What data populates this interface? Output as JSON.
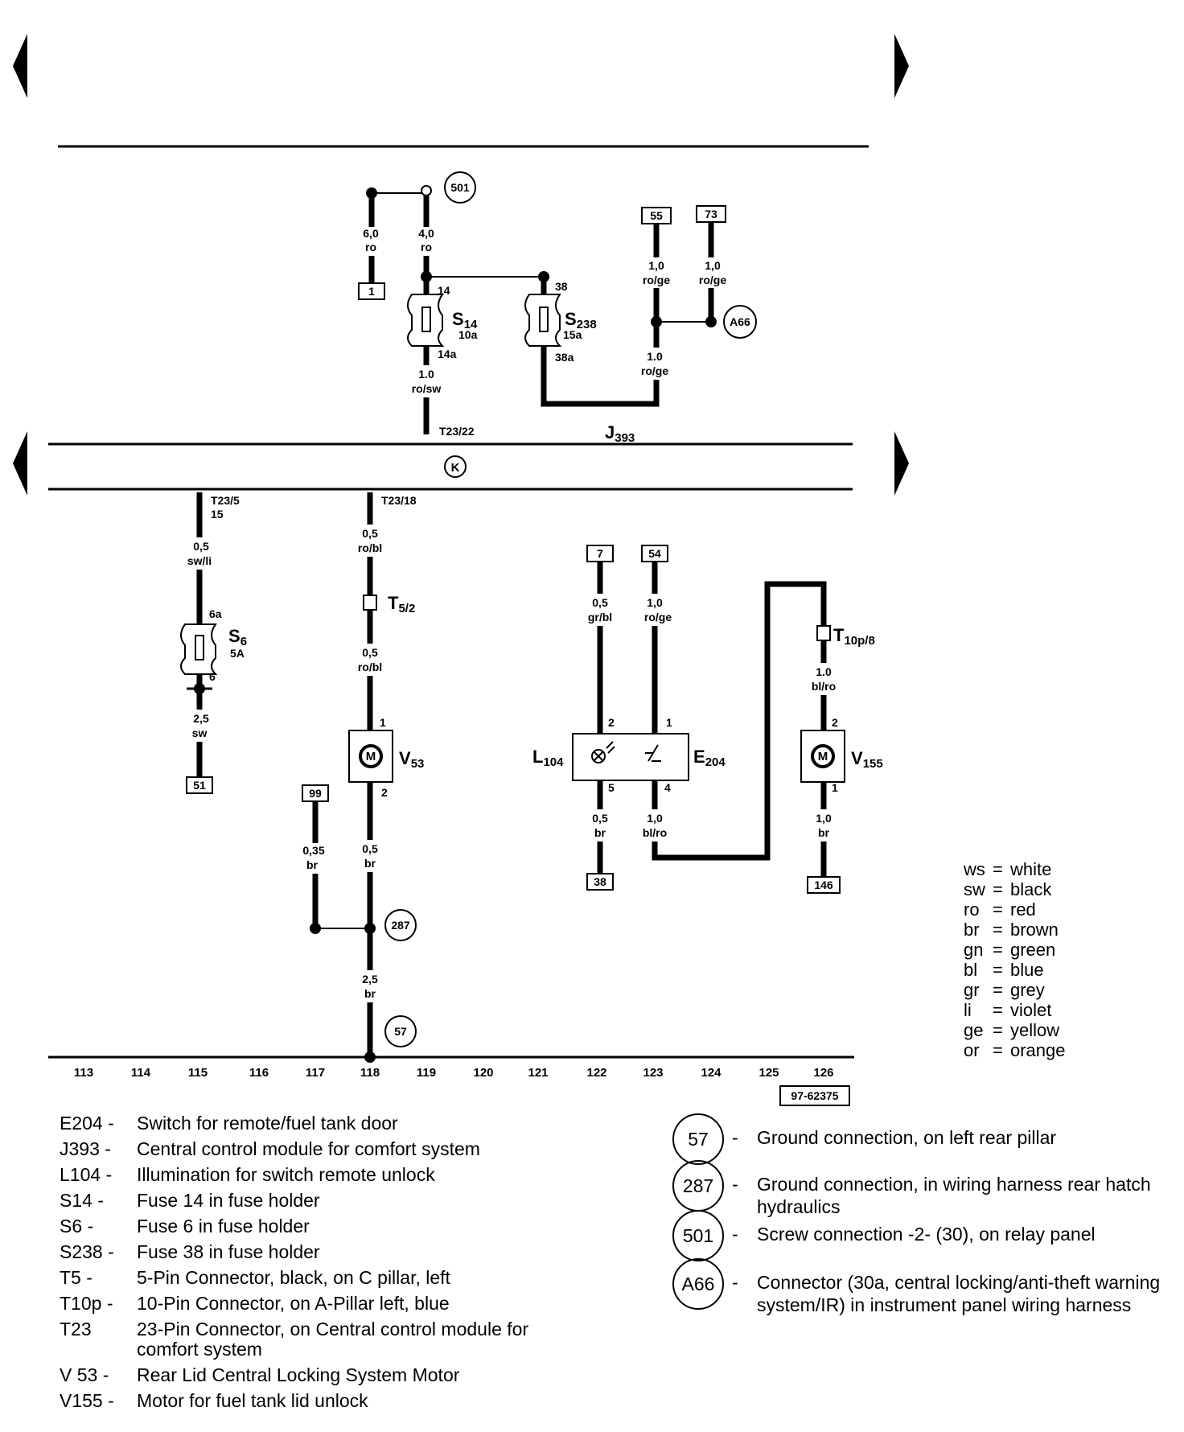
{
  "wire_labels": {
    "w1_size": "6,0",
    "w1_color": "ro",
    "w2_size": "4,0",
    "w2_color": "ro",
    "w3_size": "1,0",
    "w3_color": "ro/ge",
    "w4_size": "1,0",
    "w4_color": "ro/ge",
    "w5_size": "1.0",
    "w5_color": "ro/ge",
    "w6_size": "1.0",
    "w6_color": "ro/sw",
    "w7_size": "0,5",
    "w7_color": "sw/li",
    "w8_size": "2,5",
    "w8_color": "sw",
    "w9_size": "0,5",
    "w9_color": "ro/bl",
    "w10_size": "0,5",
    "w10_color": "ro/bl",
    "w11_size": "0,35",
    "w11_color": "br",
    "w12_size": "0,5",
    "w12_color": "br",
    "w13_size": "2,5",
    "w13_color": "br",
    "w14_size": "0,5",
    "w14_color": "gr/bl",
    "w15_size": "1,0",
    "w15_color": "ro/ge",
    "w16_size": "0,5",
    "w16_color": "br",
    "w17_size": "1,0",
    "w17_color": "bl/ro",
    "w18_size": "1.0",
    "w18_color": "bl/ro",
    "w19_size": "1,0",
    "w19_color": "br"
  },
  "components": {
    "s14": {
      "name": "S",
      "sub": "14",
      "rating": "10a",
      "pin_in": "14",
      "pin_out": "14a"
    },
    "s238": {
      "name": "S",
      "sub": "238",
      "rating": "15a",
      "pin_in": "38",
      "pin_out": "38a"
    },
    "s6": {
      "name": "S",
      "sub": "6",
      "rating": "5A",
      "pin_in": "6a",
      "pin_out": "6"
    },
    "j393": {
      "name": "J",
      "sub": "393"
    },
    "k": "K",
    "t5": {
      "name": "T",
      "sub": "5/2"
    },
    "t10p": {
      "name": "T",
      "sub": "10p/8"
    },
    "v53": {
      "name": "V",
      "sub": "53",
      "pin1": "1",
      "pin2": "2"
    },
    "v155": {
      "name": "V",
      "sub": "155",
      "pin1": "2",
      "pin2": "1"
    },
    "l104": {
      "name": "L",
      "sub": "104",
      "pin_top": "2",
      "pin_bot": "5"
    },
    "e204": {
      "name": "E",
      "sub": "204",
      "pin_top": "1",
      "pin_bot": "4"
    },
    "motor_symbol": "M"
  },
  "pins": {
    "t23_22": "T23/22",
    "t23_5": "T23/5",
    "t23_5b": "15",
    "t23_18": "T23/18"
  },
  "boxes": {
    "b1": "1",
    "b55": "55",
    "b73": "73",
    "b51": "51",
    "b99": "99",
    "b7": "7",
    "b54": "54",
    "b38": "38",
    "b146": "146"
  },
  "circles": {
    "c501": "501",
    "a66": "A66",
    "c287": "287",
    "c57": "57"
  },
  "track_numbers": [
    "113",
    "114",
    "115",
    "116",
    "117",
    "118",
    "119",
    "120",
    "121",
    "122",
    "123",
    "124",
    "125",
    "126"
  ],
  "figure_id": "97-62375",
  "color_key": [
    {
      "code": "ws",
      "name": "white"
    },
    {
      "code": "sw",
      "name": "black"
    },
    {
      "code": "ro",
      "name": "red"
    },
    {
      "code": "br",
      "name": "brown"
    },
    {
      "code": "gn",
      "name": "green"
    },
    {
      "code": "bl",
      "name": "blue"
    },
    {
      "code": "gr",
      "name": "grey"
    },
    {
      "code": "li",
      "name": "violet"
    },
    {
      "code": "ge",
      "name": "yellow"
    },
    {
      "code": "or",
      "name": "orange"
    }
  ],
  "legend": [
    {
      "code": "E204 -",
      "desc": "Switch for remote/fuel tank door"
    },
    {
      "code": "J393 -",
      "desc": "Central control module for comfort system"
    },
    {
      "code": "L104 -",
      "desc": "Illumination for switch remote unlock"
    },
    {
      "code": "S14 -",
      "desc": "Fuse 14 in fuse holder"
    },
    {
      "code": "S6 -",
      "desc": "Fuse 6 in fuse holder"
    },
    {
      "code": "S238 -",
      "desc": "Fuse 38 in fuse holder"
    },
    {
      "code": "T5 -",
      "desc": "5-Pin Connector, black, on C pillar, left"
    },
    {
      "code": "T10p -",
      "desc": "10-Pin Connector, on A-Pillar left, blue"
    },
    {
      "code": "T23",
      "desc": "23-Pin Connector, on Central control module for comfort system"
    },
    {
      "code": "V 53 -",
      "desc": "Rear Lid Central Locking System Motor"
    },
    {
      "code": "V155 -",
      "desc": "Motor for fuel tank lid unlock"
    }
  ],
  "ground_legend": [
    {
      "id": "57",
      "desc": "Ground connection, on left rear pillar"
    },
    {
      "id": "287",
      "desc": "Ground connection, in wiring harness rear hatch hydraulics"
    },
    {
      "id": "501",
      "desc": "Screw connection -2- (30), on relay panel"
    },
    {
      "id": "A66",
      "desc": "Connector (30a, central locking/anti-theft warning system/IR) in instrument panel wiring harness"
    }
  ]
}
